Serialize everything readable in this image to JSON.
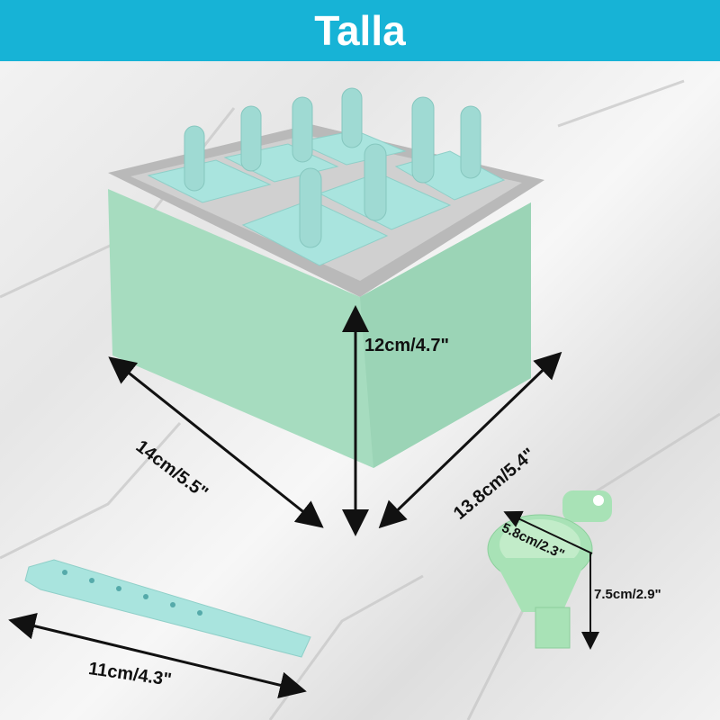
{
  "title": "Talla",
  "colors": {
    "header": "#17b3d6",
    "mold_green": "#a6dcbf",
    "tray_gray": "#b9b9b9",
    "lid_cyan": "#a9e4de"
  },
  "dimensions": {
    "mold_height": "12cm/4.7\"",
    "mold_width": "14cm/5.5\"",
    "mold_depth": "13.8cm/5.4\"",
    "stick_length": "11cm/4.3\"",
    "funnel_diameter": "5.8cm/2.3\"",
    "funnel_height": "7.5cm/2.9\""
  }
}
